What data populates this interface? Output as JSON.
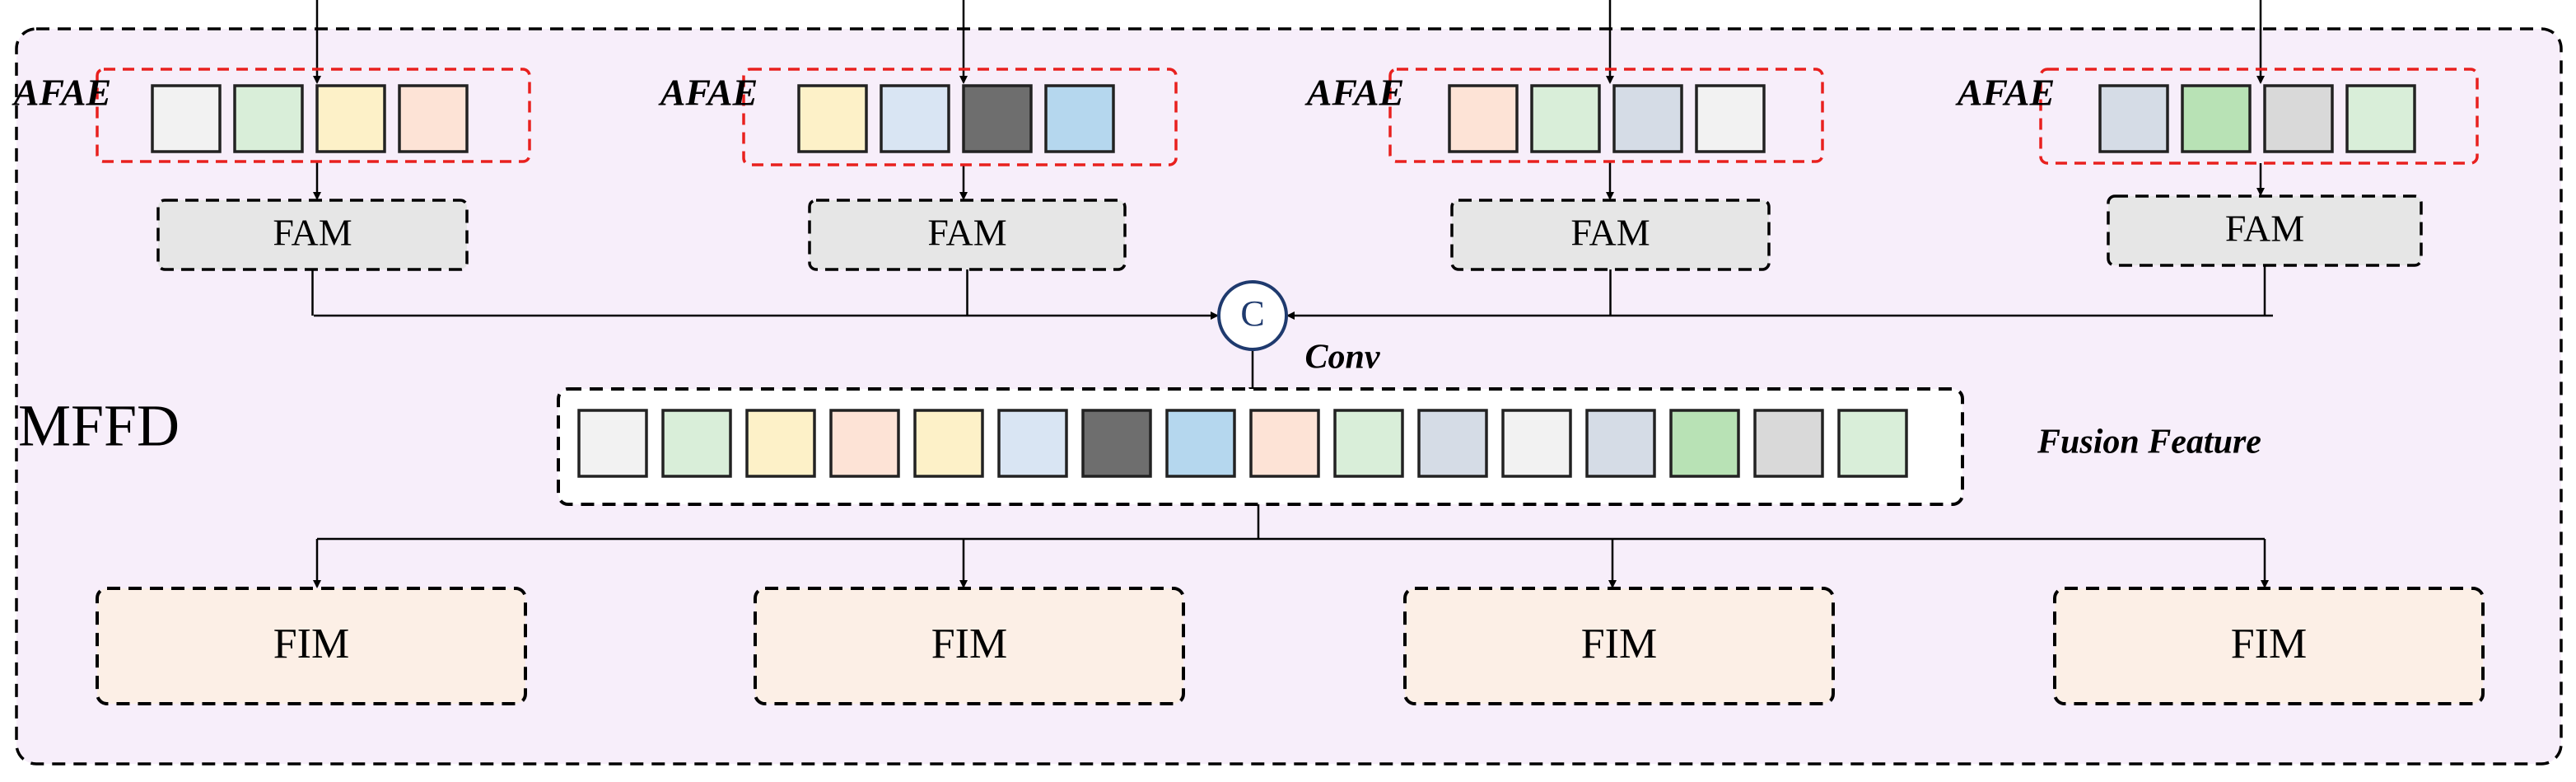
{
  "module_label": "MFFD",
  "afae_label": "AFAE",
  "fam_label": "FAM",
  "concat_symbol": "C",
  "conv_label": "Conv",
  "fusion_label": "Fusion Feature",
  "fim_label": "FIM",
  "colors": {
    "background_panel": "#f7eefa",
    "fam_fill": "#e6e6e6",
    "fim_fill": "#fcefe6",
    "afae_border": "#e8201e",
    "concat_stroke": "#1f3a6e"
  },
  "branches": [
    {
      "cells": [
        "#f2f2f2",
        "#d9eed9",
        "#fdf1c8",
        "#fde3d6"
      ]
    },
    {
      "cells": [
        "#fdf1c8",
        "#d9e5f3",
        "#6e6e6e",
        "#b5d7ee"
      ]
    },
    {
      "cells": [
        "#fde3d6",
        "#d9eed9",
        "#d5dce6",
        "#f2f2f2"
      ]
    },
    {
      "cells": [
        "#d5dce6",
        "#b8e2b5",
        "#d9d9d9",
        "#d9eed9"
      ]
    }
  ],
  "fusion_cells": [
    "#f2f2f2",
    "#d9eed9",
    "#fdf1c8",
    "#fde3d6",
    "#fdf1c8",
    "#d9e5f3",
    "#6e6e6e",
    "#b5d7ee",
    "#fde3d6",
    "#d9eed9",
    "#d5dce6",
    "#f2f2f2",
    "#d5dce6",
    "#b8e2b5",
    "#d9d9d9",
    "#d9eed9"
  ],
  "fim_count": 4
}
